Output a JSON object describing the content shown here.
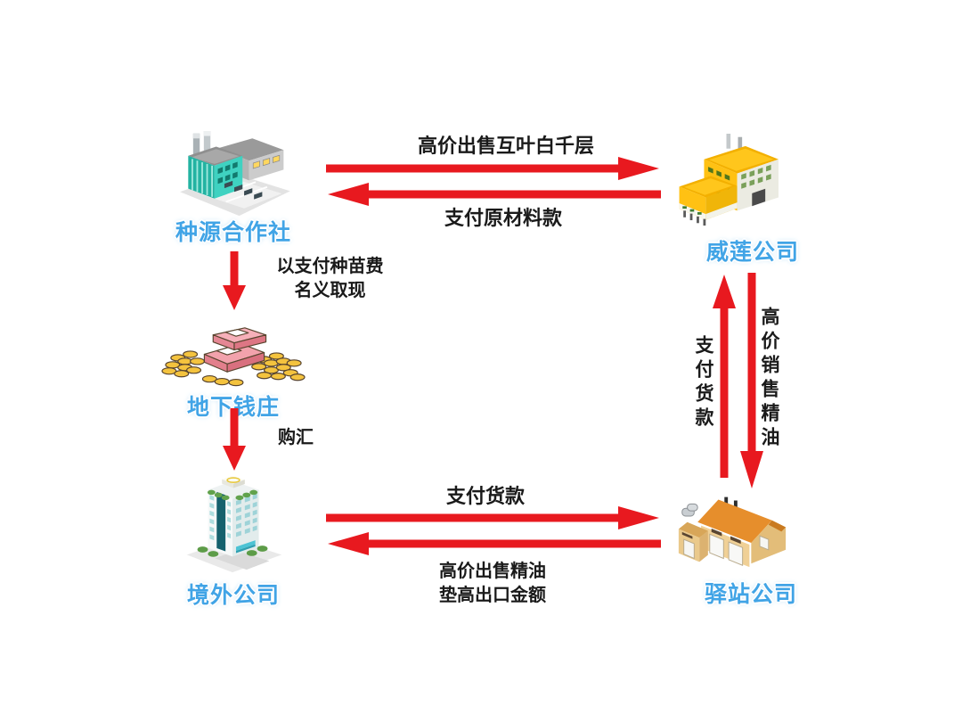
{
  "diagram": {
    "title": "",
    "colors": {
      "arrow_red": "#e8191f",
      "node_label_blue": "#41a4e6",
      "text_black": "#1a1a1a",
      "background": "#ffffff"
    },
    "nodes": {
      "cooperative": {
        "label": "种源合作社",
        "icon": "factory-icon"
      },
      "weilian": {
        "label": "威莲公司",
        "icon": "yellow-plant-icon"
      },
      "bank": {
        "label": "地下钱庄",
        "icon": "cash-pile-icon"
      },
      "overseas": {
        "label": "境外公司",
        "icon": "office-tower-icon"
      },
      "yizhan": {
        "label": "驿站公司",
        "icon": "warehouse-icon"
      }
    },
    "edges": {
      "sell_raw": {
        "label": "高价出售互叶白千层",
        "from": "cooperative",
        "to": "weilian",
        "direction": "right"
      },
      "pay_raw": {
        "label": "支付原材料款",
        "from": "weilian",
        "to": "cooperative",
        "direction": "left"
      },
      "withdraw": {
        "label_line1": "以支付种苗费",
        "label_line2": "名义取现",
        "from": "cooperative",
        "to": "bank",
        "direction": "down"
      },
      "buy_fx": {
        "label": "购汇",
        "from": "bank",
        "to": "overseas",
        "direction": "down"
      },
      "pay_goods_up": {
        "label": "支付货款",
        "from": "yizhan",
        "to": "weilian",
        "direction": "up"
      },
      "sell_oil_down": {
        "label": "高价销售精油",
        "from": "weilian",
        "to": "yizhan",
        "direction": "down"
      },
      "pay_goods_right": {
        "label": "支付货款",
        "from": "overseas",
        "to": "yizhan",
        "direction": "right"
      },
      "sell_oil_back": {
        "label_line1": "高价出售精油",
        "label_line2": "垫高出口金额",
        "from": "yizhan",
        "to": "overseas",
        "direction": "left"
      }
    }
  }
}
